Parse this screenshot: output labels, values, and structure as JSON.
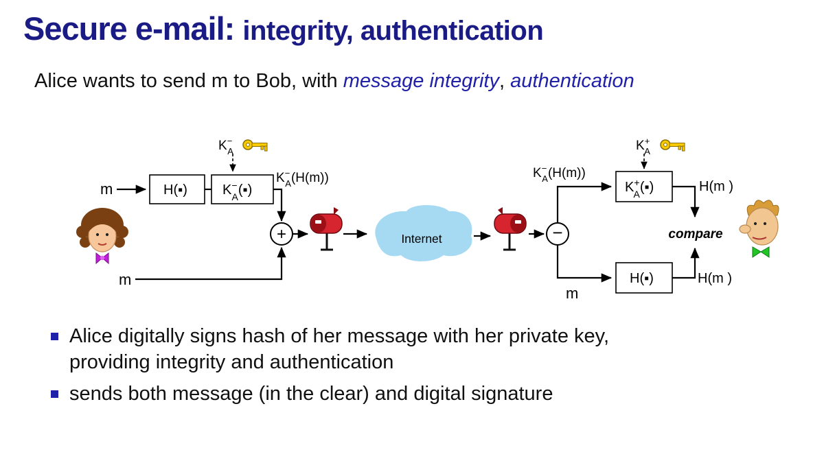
{
  "title": {
    "main": "Secure e-mail: ",
    "sub": "integrity, authentication"
  },
  "subtitle": {
    "pre": "Alice wants to send m to Bob, with ",
    "em1": "message integrity",
    "sep": ", ",
    "em2": "authentication"
  },
  "sym": {
    "K": "K",
    "A": "A",
    "minus": "−",
    "plus": "+",
    "dot_args": "(▪)",
    "hm_args": "(H(m))"
  },
  "diagram": {
    "m": "m",
    "h_box": "H(▪)",
    "plus_node": "+",
    "minus_node": "−",
    "internet": "Internet",
    "compare": "compare",
    "h_of_m": "H(m )"
  },
  "bullets": [
    "Alice digitally signs hash of her message with her private key, providing integrity and authentication",
    "sends both message (in the clear) and digital signature"
  ],
  "colors": {
    "title_blue": "#1b1b86",
    "accent_blue": "#2020a8",
    "compare_red": "#cc0000",
    "internet_fill": "#a6d9f2",
    "mailbox_red": "#d6252e",
    "key_yellow": "#f8cc00"
  }
}
